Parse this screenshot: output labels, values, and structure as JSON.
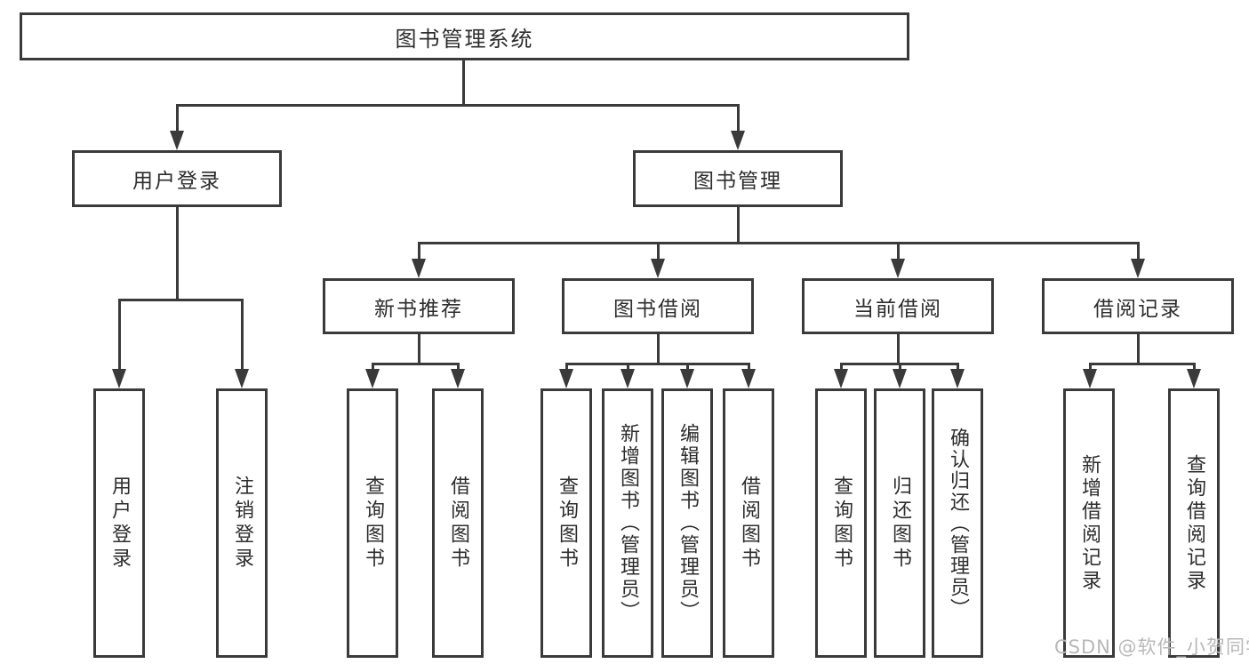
{
  "colors": {
    "line": "#3a3a3a",
    "text": "#2d2d2d",
    "box_background": "#ffffff",
    "watermark": "#b8b8b8"
  },
  "tree": {
    "root": {
      "label": "图书管理系统"
    },
    "branches": [
      {
        "label": "用户登录",
        "leaves": [
          {
            "label": "用户登录"
          },
          {
            "label": "注销登录"
          }
        ]
      },
      {
        "label": "图书管理",
        "groups": [
          {
            "label": "新书推荐",
            "leaves": [
              {
                "label": "查询图书"
              },
              {
                "label": "借阅图书"
              }
            ]
          },
          {
            "label": "图书借阅",
            "leaves": [
              {
                "label": "查询图书"
              },
              {
                "label": "新增图书（管理员）"
              },
              {
                "label": "编辑图书（管理员）"
              },
              {
                "label": "借阅图书"
              }
            ]
          },
          {
            "label": "当前借阅",
            "leaves": [
              {
                "label": "查询图书"
              },
              {
                "label": "归还图书"
              },
              {
                "label": "确认归还（管理员）"
              }
            ]
          },
          {
            "label": "借阅记录",
            "leaves": [
              {
                "label": "新增借阅记录"
              },
              {
                "label": "查询借阅记录"
              }
            ]
          }
        ]
      }
    ]
  },
  "watermark": {
    "label": "CSDN @软件_小贺同学"
  }
}
